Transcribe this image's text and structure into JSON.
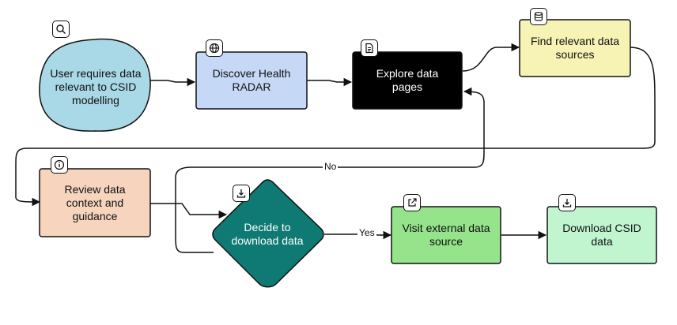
{
  "nodes": {
    "user_requires": {
      "label": "User requires data relevant to CSID modelling",
      "icon": "search-icon",
      "fill": "#a9d8e6"
    },
    "discover": {
      "label": "Discover Health RADAR",
      "icon": "globe-icon",
      "fill": "#c5d9f6"
    },
    "explore": {
      "label": "Explore data pages",
      "icon": "document-icon",
      "fill": "#000000"
    },
    "find_sources": {
      "label": "Find relevant data sources",
      "icon": "database-icon",
      "fill": "#f6f3b5"
    },
    "review": {
      "label": "Review data context and guidance",
      "icon": "info-icon",
      "fill": "#f6d4bd"
    },
    "decide": {
      "label": "Decide to download data",
      "icon": "download-icon",
      "fill": "#0e7a73"
    },
    "visit_external": {
      "label": "Visit external data source",
      "icon": "external-link-icon",
      "fill": "#95e38a"
    },
    "download": {
      "label": "Download CSID data",
      "icon": "download-icon",
      "fill": "#c1f5d0"
    }
  },
  "edges": {
    "no_label": "No",
    "yes_label": "Yes"
  }
}
